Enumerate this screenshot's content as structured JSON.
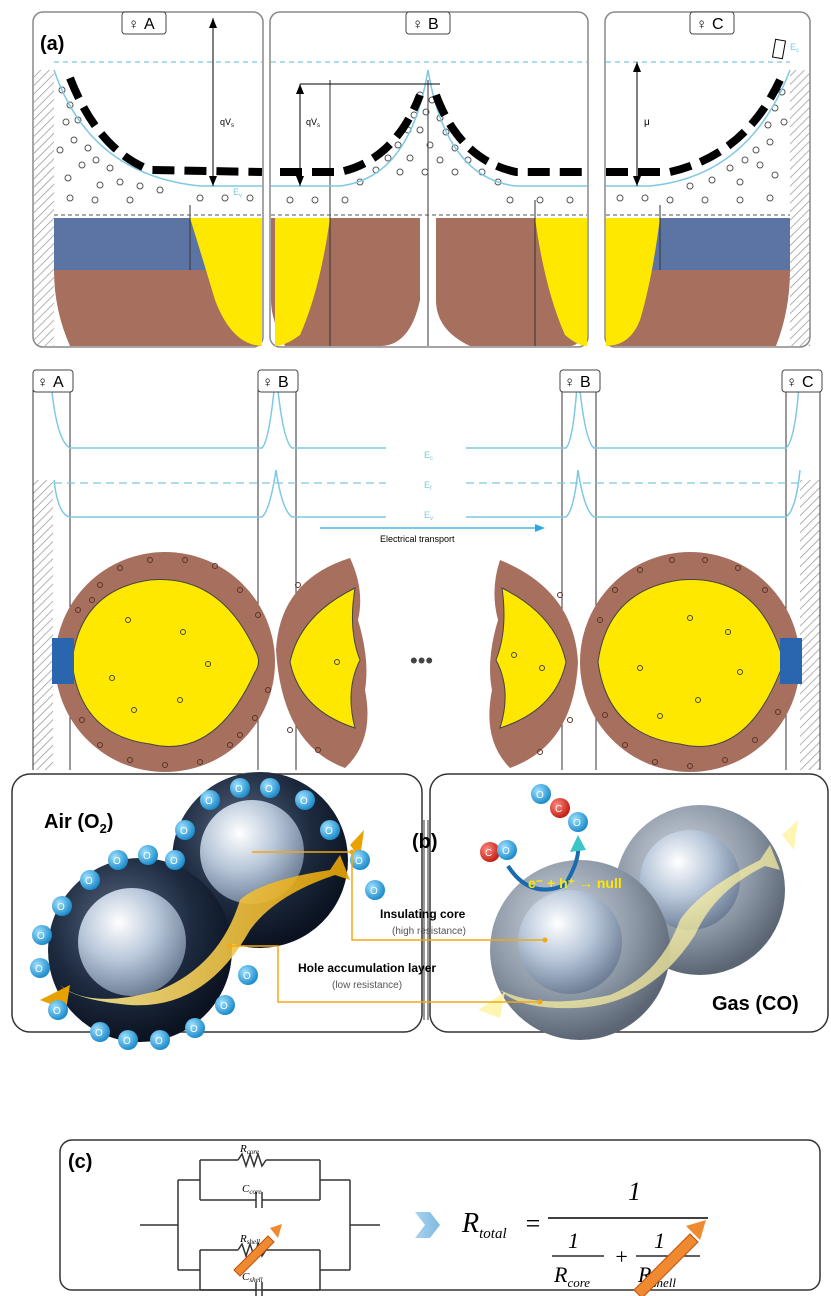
{
  "panel_a": {
    "label": "(a)",
    "probe_a": "A",
    "probe_b": "B",
    "probe_c": "C",
    "qvs_left": "qV",
    "qvs_sub": "s",
    "qvs_mid": "qV",
    "mu": "μ",
    "ec_top": "E",
    "ec_sub": "c",
    "ev_top": "E",
    "ev_sub": "v",
    "ec": "E",
    "ef": "E",
    "ev": "E",
    "sub_c": "c",
    "sub_f": "f",
    "sub_v": "v",
    "transport": "Electrical transport",
    "ellipsis": "•••"
  },
  "panel_b": {
    "label": "(b)",
    "air": "Air (O",
    "air_sub": "2",
    "air_close": ")",
    "gas": "Gas (CO)",
    "insulating_core": "Insulating core",
    "insulating_core_sub": "(high resistance)",
    "hole_layer": "Hole accumulation layer",
    "hole_layer_sub": "(low resistance)",
    "reaction": "e⁻ + h⁺ → null",
    "oxygen": "O",
    "carbon": "C"
  },
  "panel_c": {
    "label": "(c)",
    "r_core": "R",
    "r_core_sub": "core",
    "c_core": "C",
    "c_core_sub": "core",
    "r_shell": "R",
    "r_shell_sub": "shell",
    "c_shell": "C",
    "c_shell_sub": "shell",
    "eq_lhs": "R",
    "eq_lhs_sub": "total",
    "eq_eq": "=",
    "one": "1",
    "plus": "+"
  },
  "colors": {
    "band_blue": "#7ec8e3",
    "depletion_blue": "#5b74a3",
    "core_brown": "#a66f5e",
    "hole_yellow": "#ffe800",
    "ion_blue": "#29a9e1",
    "orange_arrow": "#f08a30"
  }
}
